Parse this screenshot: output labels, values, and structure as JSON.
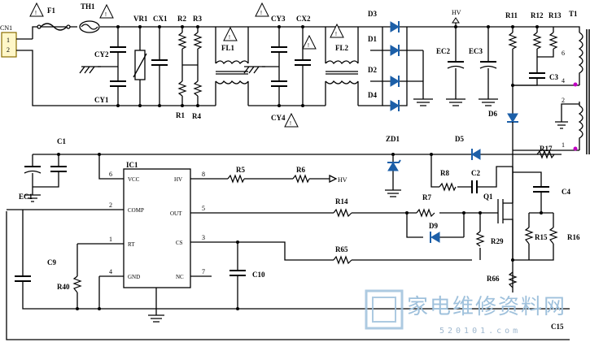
{
  "connector": {
    "name": "CN1",
    "pins": [
      "1",
      "2"
    ]
  },
  "labels": {
    "F1": "F1",
    "TH1": "TH1",
    "CY2": "CY2",
    "CY1": "CY1",
    "VR1": "VR1",
    "CX1": "CX1",
    "R2": "R2",
    "R3": "R3",
    "R1": "R1",
    "R4": "R4",
    "FL1": "FL1",
    "CY3": "CY3",
    "CY4": "CY4",
    "CX2": "CX2",
    "FL2": "FL2",
    "D3": "D3",
    "D1": "D1",
    "D2": "D2",
    "D4": "D4",
    "HV": "HV",
    "EC2": "EC2",
    "EC3": "EC3",
    "R11": "R11",
    "R12": "R12",
    "R13": "R13",
    "T1": "T1",
    "C3": "C3",
    "D6": "D6",
    "C1": "C1",
    "EC1": "EC1",
    "ZD1": "ZD1",
    "D5": "D5",
    "R17": "R17",
    "R5": "R5",
    "R6": "R6",
    "R8": "R8",
    "C2": "C2",
    "C4": "C4",
    "R14": "R14",
    "R7": "R7",
    "D9": "D9",
    "Q1": "Q1",
    "R15": "R15",
    "R16": "R16",
    "R29": "R29",
    "R65": "R65",
    "R66": "R66",
    "C9": "C9",
    "R40": "R40",
    "C10": "C10",
    "C15": "C15"
  },
  "warning_symbol": "!",
  "ic": {
    "name": "IC1",
    "pins_left": [
      {
        "num": "6",
        "name": "VCC"
      },
      {
        "num": "2",
        "name": "COMP"
      },
      {
        "num": "1",
        "name": "RT"
      },
      {
        "num": "4",
        "name": "GND"
      }
    ],
    "pins_right": [
      {
        "num": "8",
        "name": "HV"
      },
      {
        "num": "5",
        "name": "OUT"
      },
      {
        "num": "3",
        "name": "CS"
      },
      {
        "num": "7",
        "name": "NC"
      }
    ]
  },
  "transformer_pins": [
    "6",
    "4",
    "2",
    "1"
  ],
  "hv_arrow_label": "HV",
  "watermark": {
    "title": "家电维修资料网",
    "url": "520101.com"
  },
  "accent_colors": {
    "diode": "#1c5fa8",
    "pin_dot": "#c000c0",
    "watermark": "#9fc1dc"
  }
}
